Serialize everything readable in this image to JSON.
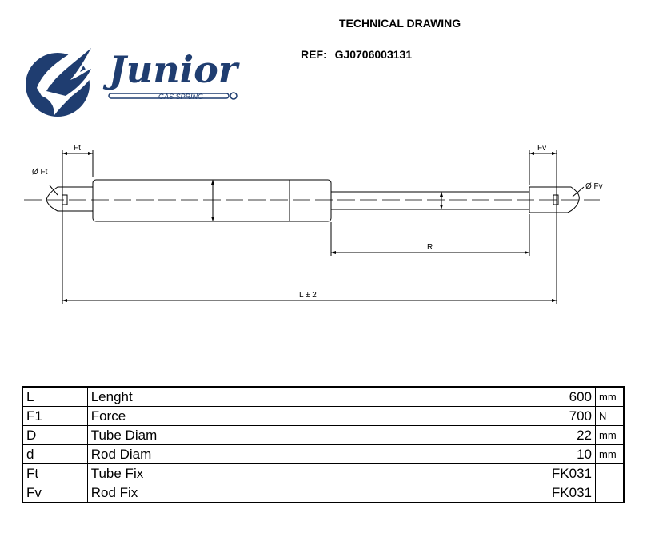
{
  "header": {
    "title": "TECHNICAL DRAWING",
    "ref_label": "REF:",
    "ref_value": "GJ0706003131"
  },
  "logo": {
    "name": "Junior",
    "tagline": "GAS SPRING",
    "brand_color": "#1f3d70"
  },
  "drawing": {
    "labels": {
      "ft": "Ft",
      "fv": "Fv",
      "diam_ft": "Ø Ft",
      "diam_fv": "Ø Fv",
      "r": "R",
      "l": "L ± 2"
    }
  },
  "specs": [
    {
      "code": "L",
      "desc": "Lenght",
      "value": "600",
      "unit": "mm"
    },
    {
      "code": "F1",
      "desc": "Force",
      "value": "700",
      "unit": "N"
    },
    {
      "code": "D",
      "desc": "Tube Diam",
      "value": "22",
      "unit": "mm"
    },
    {
      "code": "d",
      "desc": "Rod Diam",
      "value": "10",
      "unit": "mm"
    },
    {
      "code": "Ft",
      "desc": "Tube Fix",
      "value": "FK031",
      "unit": ""
    },
    {
      "code": "Fv",
      "desc": "Rod Fix",
      "value": "FK031",
      "unit": ""
    }
  ]
}
